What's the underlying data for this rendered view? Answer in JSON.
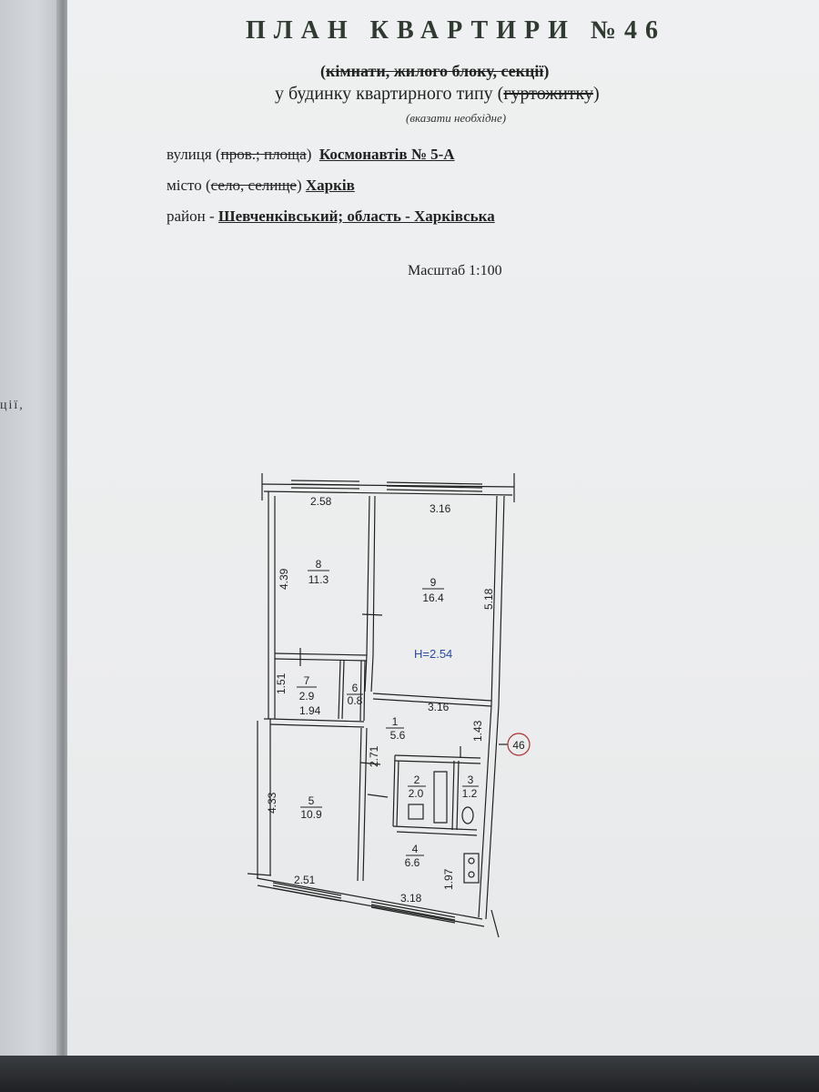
{
  "left_fragment": "ції,",
  "header": {
    "title": "ПЛАН КВАРТИРИ №46",
    "struck_subtitle": "кімнати, жилого блоку, секції",
    "building_prefix": "у будинку квартирного типу (",
    "building_struck": "гуртожитку",
    "building_suffix": ")",
    "note": "(вказати необхідне)"
  },
  "address": {
    "street_label": "вулиця",
    "street_struck": "пров.; площа",
    "street_value": "Космонавтів № 5-А",
    "city_label": "місто",
    "city_struck": "село, селище",
    "city_value": "Харків",
    "district_label": "район -",
    "district_value": "Шевченківський; область - Харківська"
  },
  "scale": "Масштаб 1:100",
  "plan": {
    "rooms": [
      {
        "num": "8",
        "area": "11.3"
      },
      {
        "num": "9",
        "area": "16.4"
      },
      {
        "num": "7",
        "area": "2.9"
      },
      {
        "num": "6",
        "area": "0.8"
      },
      {
        "num": "1",
        "area": "5.6"
      },
      {
        "num": "5",
        "area": "10.9"
      },
      {
        "num": "2",
        "area": "2.0"
      },
      {
        "num": "3",
        "area": "1.2"
      },
      {
        "num": "4",
        "area": "6.6"
      }
    ],
    "dimensions": [
      "2.58",
      "3.16",
      "4.39",
      "5.18",
      "1.51",
      "1.94",
      "3.16",
      "1.43",
      "2.71",
      "4.33",
      "2.51",
      "3.18",
      "1.97"
    ],
    "height_label": "H=2.54",
    "apartment_marker": "46",
    "colors": {
      "ink": "#222222",
      "height_label": "#2a4aa8",
      "marker": "#b03030"
    }
  }
}
